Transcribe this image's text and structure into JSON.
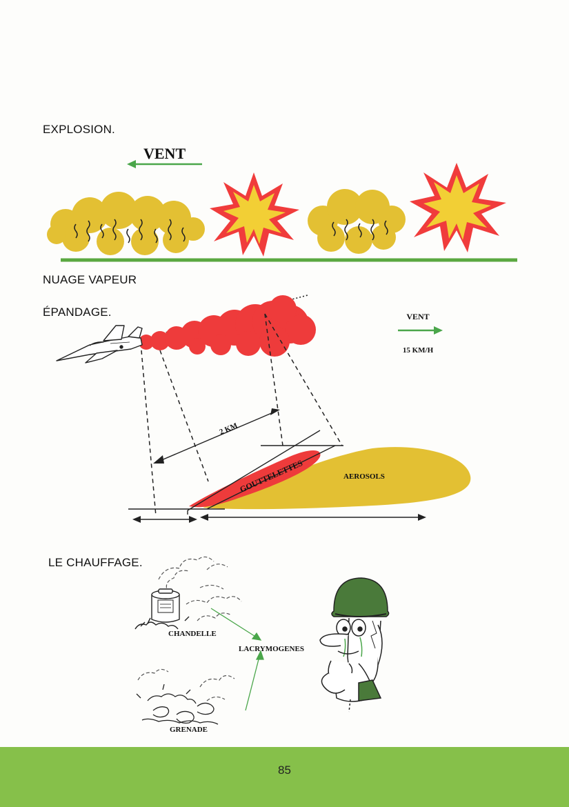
{
  "sections": {
    "explosion": {
      "title": "EXPLOSION.",
      "wind_label": "VENT",
      "cloud_caption": "NUAGE VAPEUR"
    },
    "spraying": {
      "title": "ÉPANDAGE.",
      "wind_label": "VENT",
      "wind_speed": "15 KM/H",
      "distance_label": "2 KM",
      "droplets_label": "GOUTTELETTES",
      "aerosols_label": "AEROSOLS"
    },
    "heating": {
      "title": "LE CHAUFFAGE.",
      "candle_label": "CHANDELLE",
      "grenade_label": "GRENADE",
      "tear_gas_label": "LACRYMOGENES"
    }
  },
  "page_number": "85",
  "colors": {
    "cloud_yellow": "#e3c033",
    "spray_red": "#ee3b3b",
    "explosion_yellow": "#f2cf35",
    "explosion_red": "#f03c3c",
    "ground_green": "#5aa840",
    "arrow_green": "#4aa64a",
    "footer_green": "#86c04a",
    "helmet_green": "#4a7a3a"
  },
  "icons": [
    "vapor-cloud-icon",
    "explosion-burst-icon",
    "jet-plane-icon",
    "gas-canister-icon",
    "soldier-face-icon"
  ]
}
